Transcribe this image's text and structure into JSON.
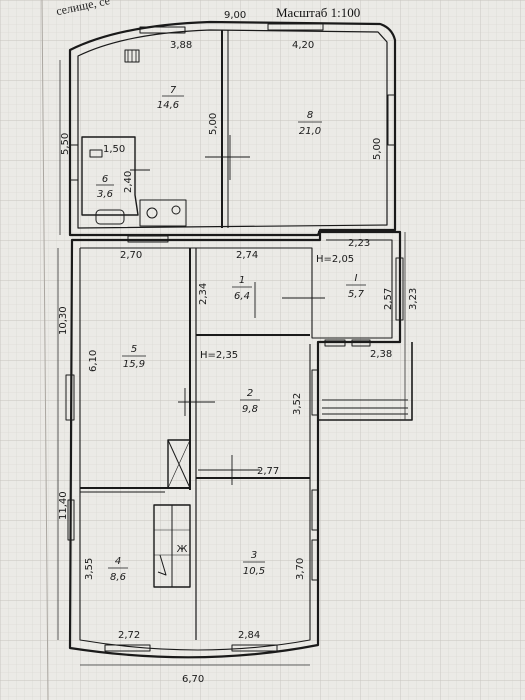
{
  "header": {
    "corner_text": "селище, се",
    "scale_label": "Масштаб 1:100"
  },
  "dimensions": {
    "top_overall": "9,00",
    "left_upper": "5,50",
    "left_mid": "10,30",
    "left_lower": "11,40",
    "bottom_overall": "6,70",
    "right_porch": "3,23",
    "room7_top": "3,88",
    "room8_top": "4,20",
    "room7_right": "5,00",
    "room8_right": "5,00",
    "room6_top": "1,50",
    "room6_height": "2,40",
    "room5_top": "2,70",
    "room5_height": "6,10",
    "room1_top": "2,74",
    "room1_left": "2,34",
    "roomI_top": "2,23",
    "roomI_right": "2,57",
    "roomI_bottom": "2,38",
    "room2_right": "3,52",
    "room2_bottom": "2,77",
    "room4_height": "3,55",
    "room4_bottom": "2,72",
    "room3_bottom": "2,84",
    "room3_right": "3,70"
  },
  "heights": {
    "h_main": "H=2,35",
    "h_porch": "H=2,05"
  },
  "rooms": [
    {
      "num": "7",
      "area": "14,6"
    },
    {
      "num": "8",
      "area": "21,0"
    },
    {
      "num": "6",
      "area": "3,6"
    },
    {
      "num": "5",
      "area": "15,9"
    },
    {
      "num": "1",
      "area": "6,4"
    },
    {
      "num": "I",
      "area": "5,7"
    },
    {
      "num": "2",
      "area": "9,8"
    },
    {
      "num": "4",
      "area": "8,6"
    },
    {
      "num": "3",
      "area": "10,5"
    }
  ],
  "stair_mark": "Ж"
}
